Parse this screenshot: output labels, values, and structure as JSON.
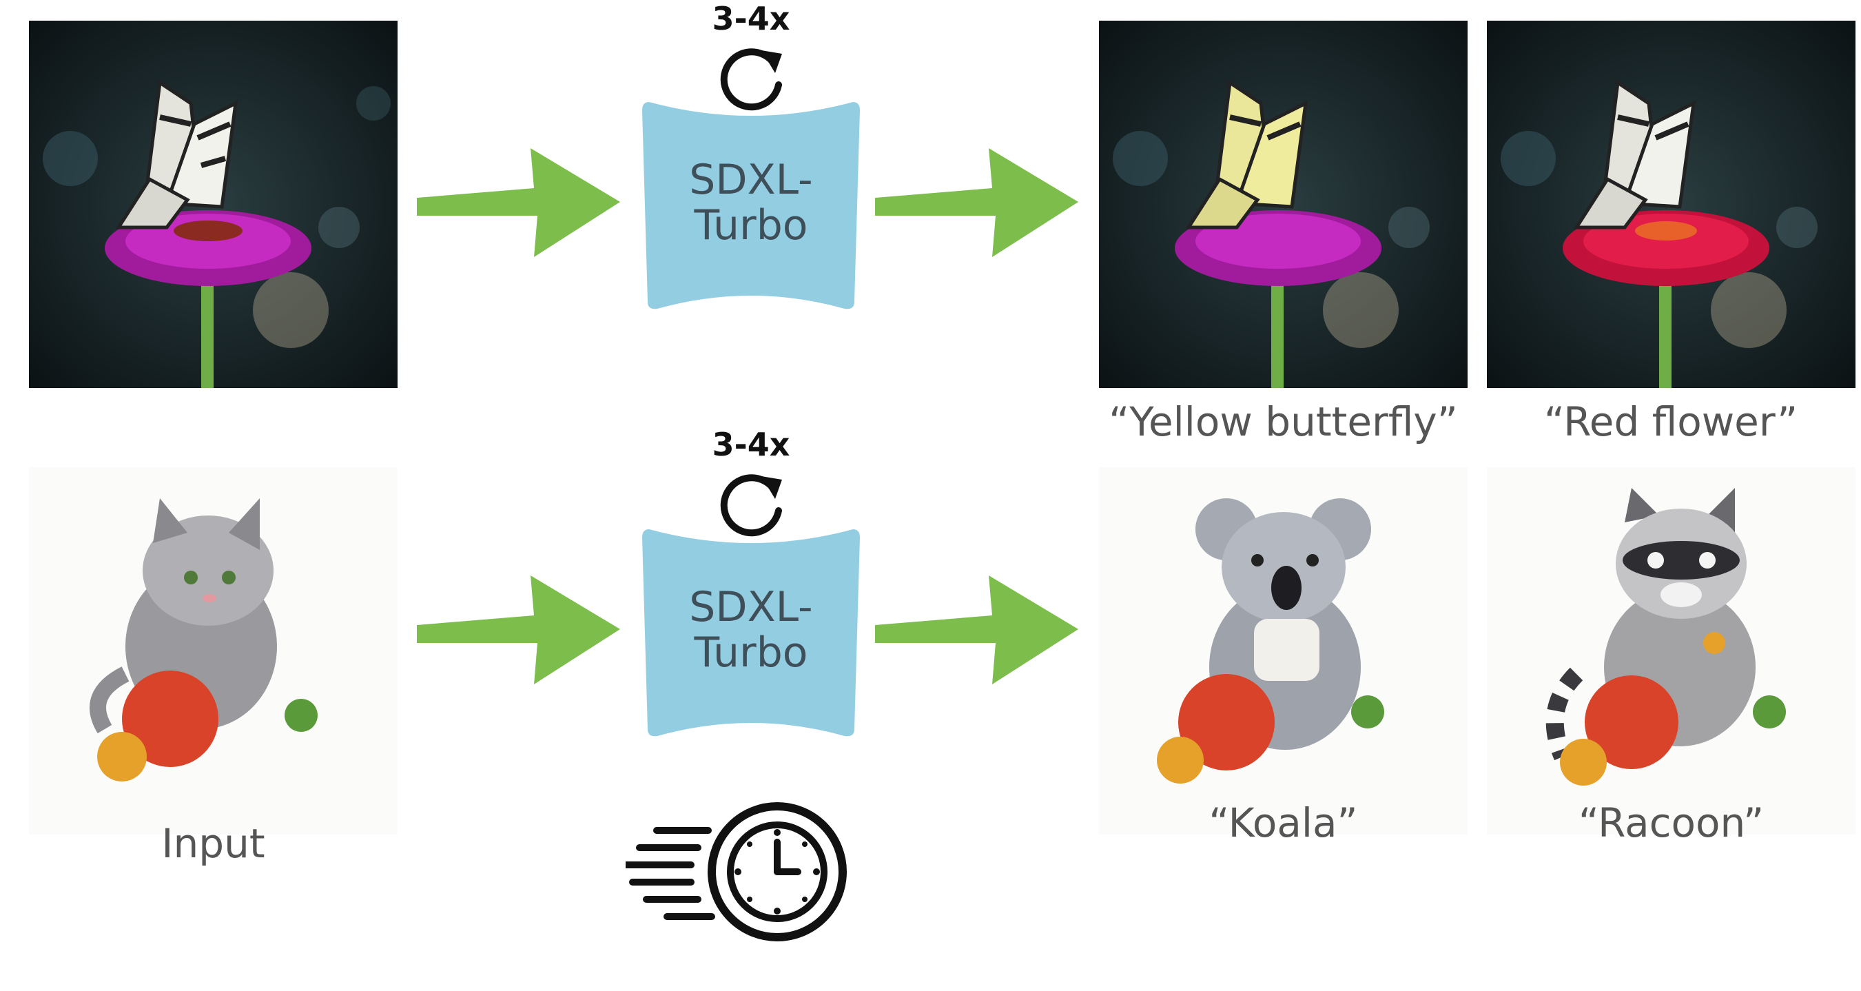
{
  "rows": [
    {
      "input_caption": "",
      "loop_count": "3-4x",
      "model": {
        "line1": "SDXL-",
        "line2": "Turbo",
        "color": "#93cde2"
      },
      "outputs": [
        {
          "caption": "“Yellow butterfly”"
        },
        {
          "caption": "“Red flower”"
        }
      ]
    },
    {
      "input_caption": "Input",
      "loop_count": "3-4x",
      "model": {
        "line1": "SDXL-",
        "line2": "Turbo",
        "color": "#93cde2"
      },
      "outputs": [
        {
          "caption": "“Koala”"
        },
        {
          "caption": "“Racoon”"
        }
      ]
    }
  ],
  "colors": {
    "arrow": "#7cbd4c",
    "model": "#93cde2"
  },
  "icons": {
    "loop": "refresh-loop-icon",
    "speed": "fast-clock-icon"
  }
}
